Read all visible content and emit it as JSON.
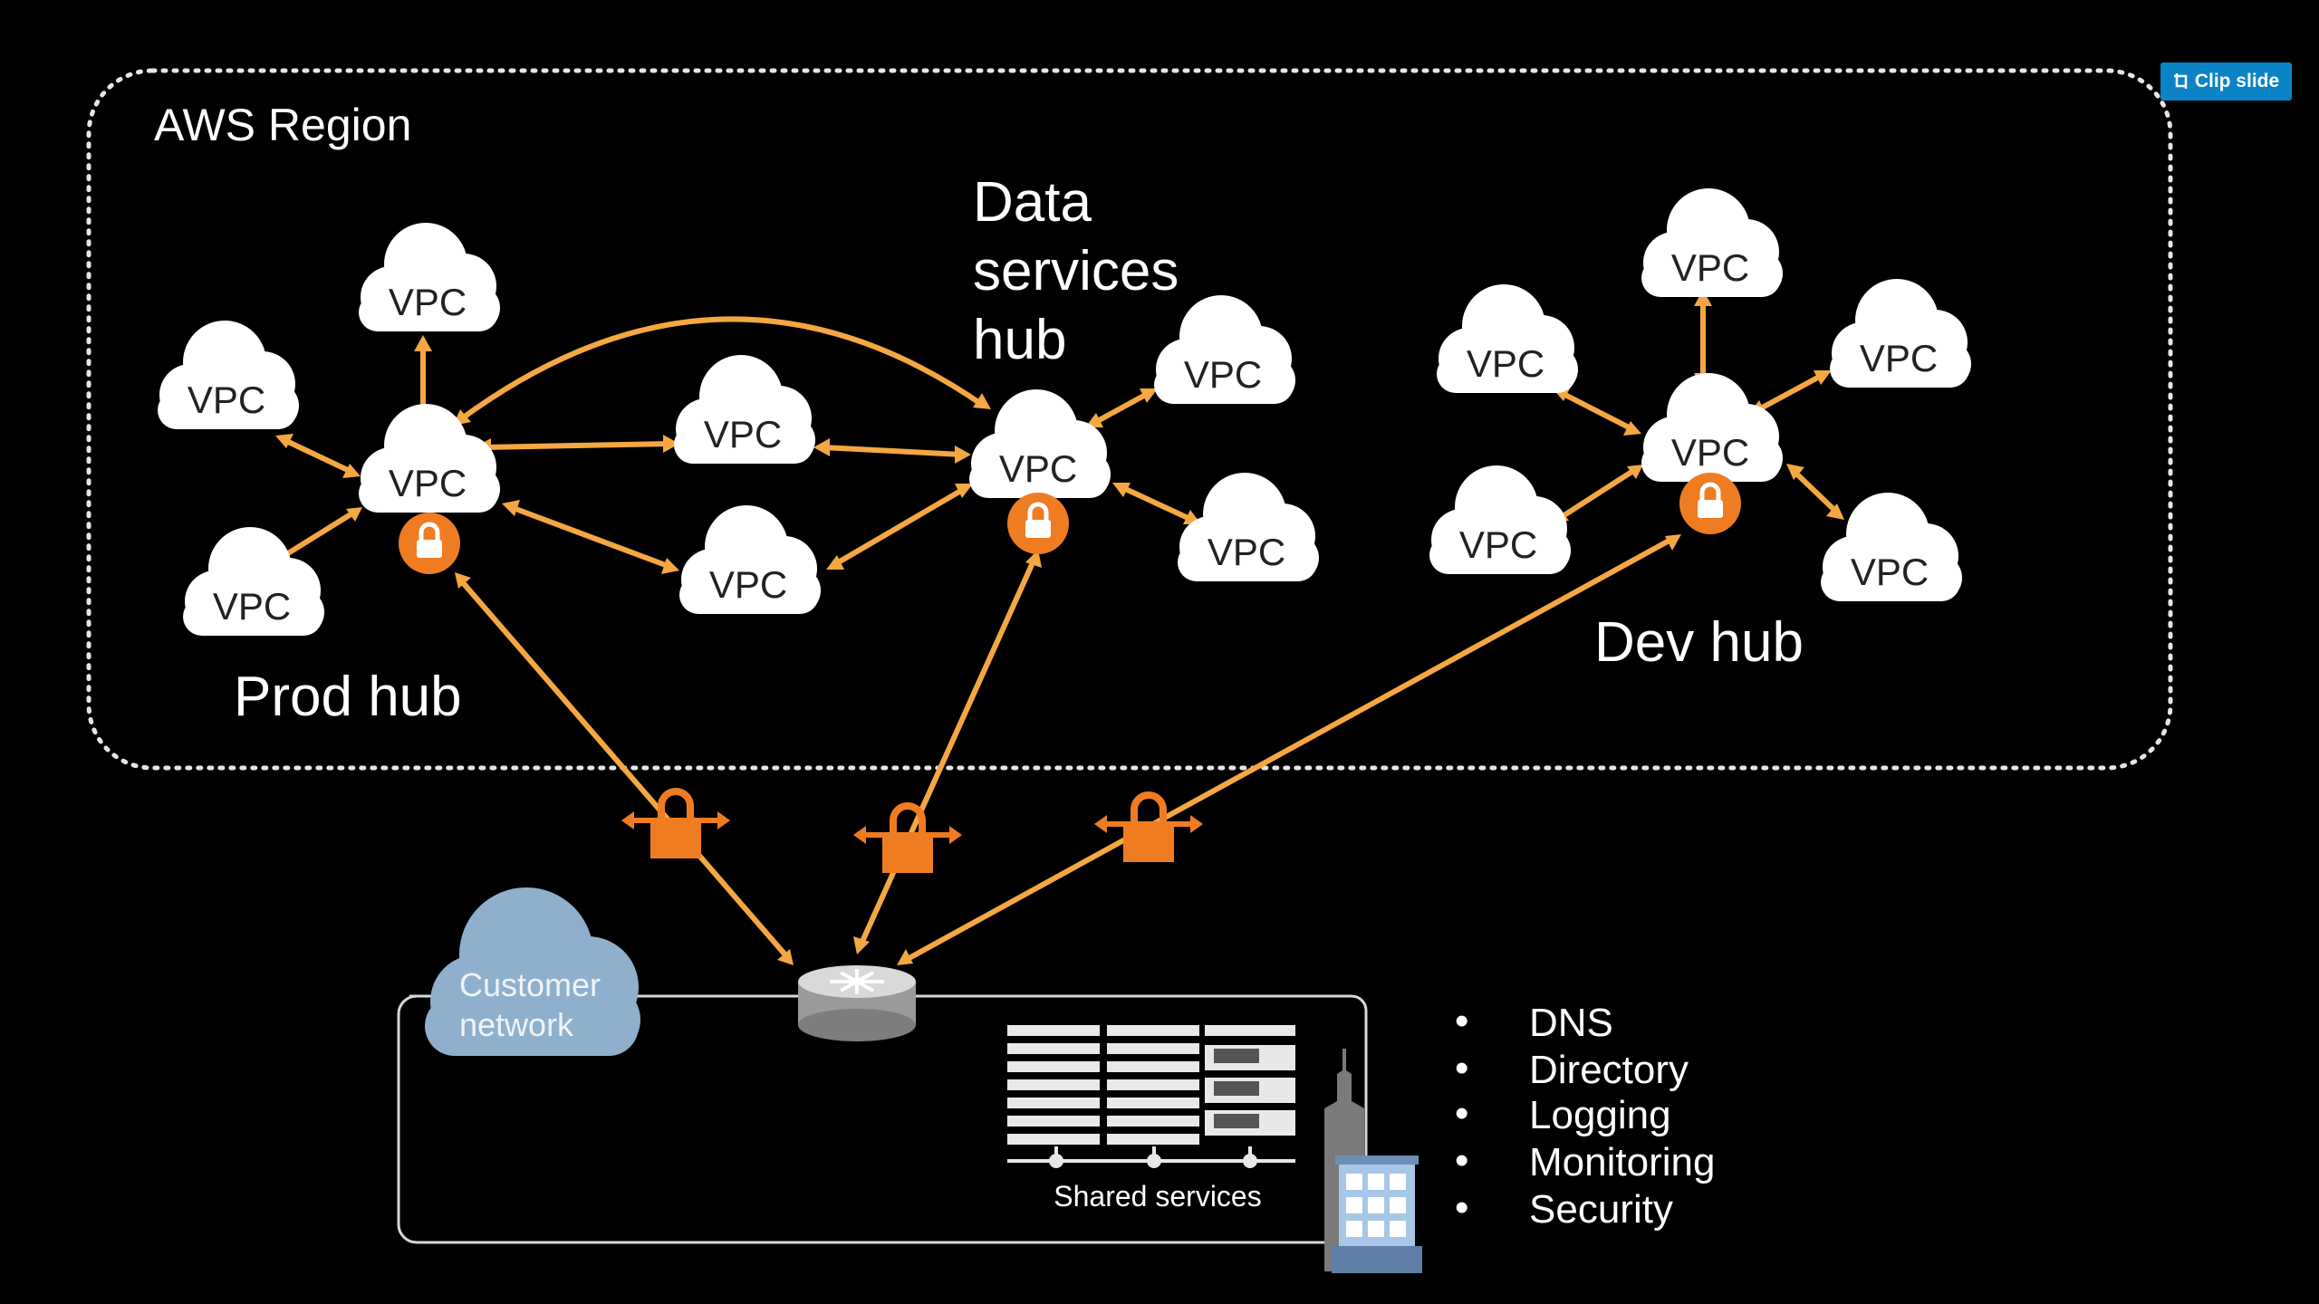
{
  "clip_button": {
    "label": "Clip slide",
    "icon": "clip-icon",
    "color": "#0a84c6"
  },
  "region": {
    "label": "AWS Region"
  },
  "vpc_label": "VPC",
  "hubs": {
    "prod": "Prod hub",
    "data_line1": "Data",
    "data_line2": "services",
    "data_line3": "hub",
    "dev": "Dev hub"
  },
  "customer_network": {
    "line1": "Customer",
    "line2": "network"
  },
  "shared_services": {
    "label": "Shared services"
  },
  "services_list": [
    "DNS",
    "Directory",
    "Logging",
    "Monitoring",
    "Security"
  ],
  "colors": {
    "connector": "#f5a742",
    "lock": "#f07c22",
    "cloud": "#ffffff",
    "customer_cloud": "#8fb0cc",
    "background": "#000000"
  }
}
